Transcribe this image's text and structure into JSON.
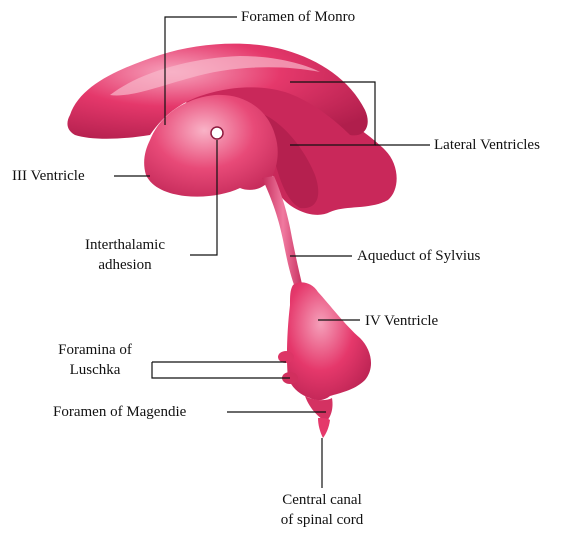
{
  "labels": {
    "foramen_monro": "Foramen of Monro",
    "lateral_ventricles": "Lateral Ventricles",
    "third_ventricle": "III Ventricle",
    "interthalamic_line1": "Interthalamic",
    "interthalamic_line2": "adhesion",
    "aqueduct": "Aqueduct of Sylvius",
    "fourth_ventricle": "IV Ventricle",
    "luschka_line1": "Foramina of",
    "luschka_line2": "Luschka",
    "magendie": "Foramen of Magendie",
    "central_line1": "Central canal",
    "central_line2": "of spinal cord"
  },
  "colors": {
    "ventricle_fill": "#e5386b",
    "ventricle_highlight": "#f7a3bd",
    "ventricle_shadow": "#b01e4c",
    "leader_line": "#111111"
  }
}
